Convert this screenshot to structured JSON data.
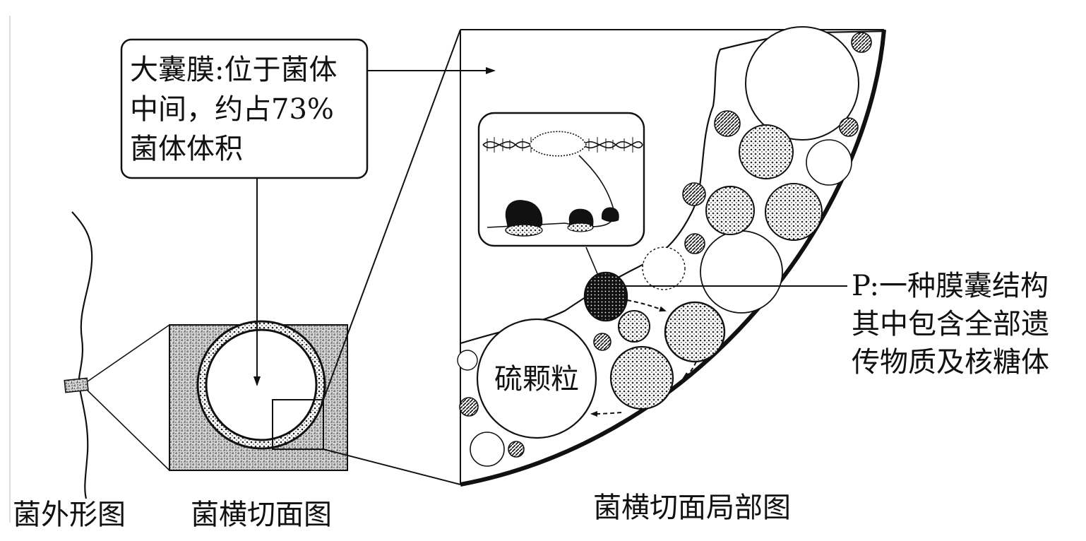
{
  "callout_big_sac": {
    "line1": "大囊膜:位于菌体",
    "line2": "中间，约占73%",
    "line3": "菌体体积"
  },
  "callout_p": {
    "line1": "P:一种膜囊结构",
    "line2": "其中包含全部遗",
    "line3": "传物质及核糖体"
  },
  "label_sulfur_granule": "硫颗粒",
  "caption_outline": "菌外形图",
  "caption_cross_section": "菌横切面图",
  "caption_partial": "菌横切面局部图"
}
